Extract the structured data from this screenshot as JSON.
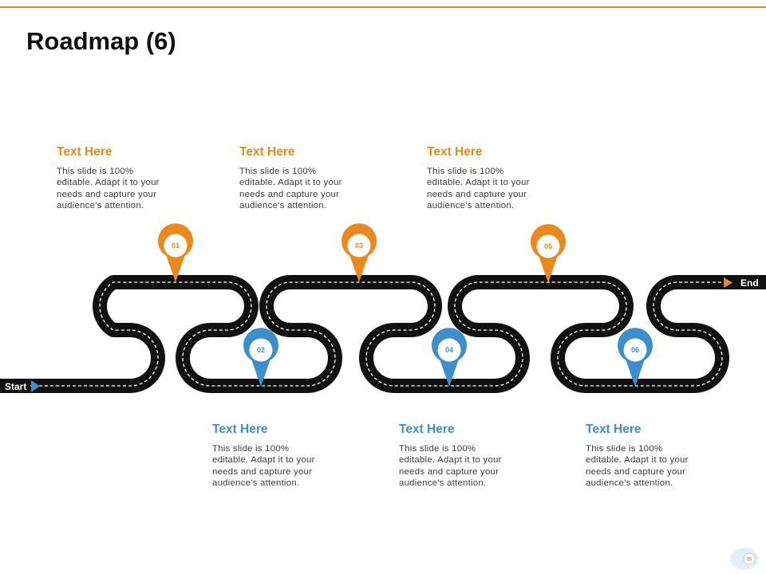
{
  "title": "Roadmap (6)",
  "start_label": "Start",
  "end_label": "End",
  "page_number": "35",
  "colors": {
    "accent_orange": "#ea8a1c",
    "accent_blue": "#3d8fcb",
    "road": "#111111"
  },
  "milestones": [
    {
      "number": "01",
      "heading": "Text Here",
      "body": "This slide is 100% editable. Adapt it to your needs and capture your audience's attention.",
      "color": "orange"
    },
    {
      "number": "02",
      "heading": "Text Here",
      "body": "This slide is 100% editable. Adapt it to your needs and capture your audience's attention.",
      "color": "blue"
    },
    {
      "number": "03",
      "heading": "Text Here",
      "body": "This slide is 100% editable. Adapt it to your needs and capture your audience's attention.",
      "color": "orange"
    },
    {
      "number": "04",
      "heading": "Text Here",
      "body": "This slide is 100% editable. Adapt it to your needs and capture your audience's attention.",
      "color": "blue"
    },
    {
      "number": "05",
      "heading": "Text Here",
      "body": "This slide is 100% editable. Adapt it to your needs and capture your audience's attention.",
      "color": "orange"
    },
    {
      "number": "06",
      "heading": "Text Here",
      "body": "This slide is 100% editable. Adapt it to your needs and capture your audience's attention.",
      "color": "blue"
    }
  ]
}
